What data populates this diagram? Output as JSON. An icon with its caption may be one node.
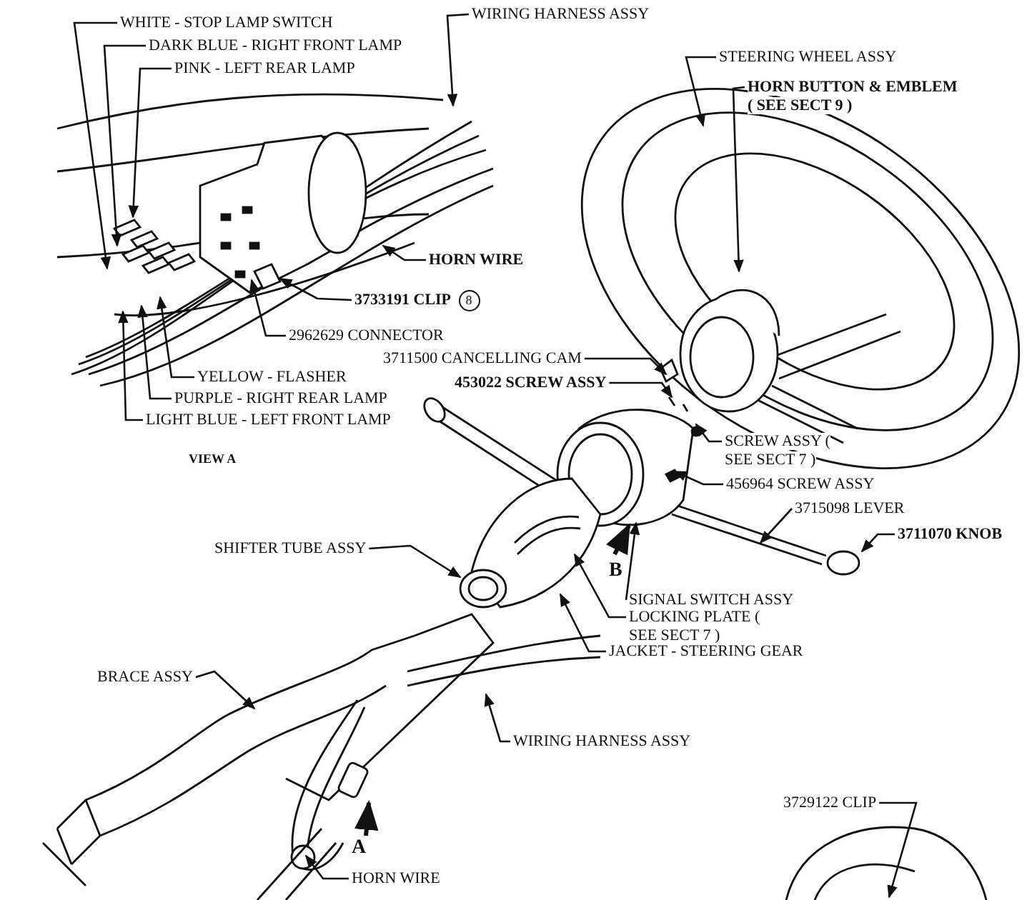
{
  "diagram": {
    "nodes": [
      {
        "text": [
          "WHITE - STOP LAMP SWITCH"
        ]
      },
      {
        "text": [
          "DARK BLUE - RIGHT FRONT LAMP"
        ]
      },
      {
        "text": [
          "PINK - LEFT REAR LAMP"
        ]
      },
      {
        "text": [
          "WIRING HARNESS ASSY"
        ]
      },
      {
        "text": [
          "STEERING WHEEL ASSY"
        ]
      },
      {
        "text": [
          "HORN BUTTON & EMBLEM ( SEE SECT 9 )"
        ]
      },
      {
        "text": [
          "HORN WIRE"
        ]
      },
      {
        "text": [
          "3733191 CLIP"
        ],
        "beside": [
          "8"
        ]
      },
      {
        "text": [
          "2962629 CONNECTOR"
        ]
      },
      {
        "text": [
          "3711500 CANCELLING CAM"
        ]
      },
      {
        "text": [
          "453022 SCREW ASSY"
        ]
      },
      {
        "text": [
          "YELLOW - FLASHER"
        ]
      },
      {
        "text": [
          "PURPLE - RIGHT REAR LAMP"
        ]
      },
      {
        "text": [
          "LIGHT BLUE - LEFT FRONT LAMP"
        ]
      },
      {
        "text": [
          "SCREW ASSY ( SEE SECT 7 )"
        ]
      },
      {
        "text": [
          "456964 SCREW ASSY"
        ]
      },
      {
        "text": [
          "3715098 LEVER"
        ]
      },
      {
        "text": [
          "3711070 KNOB"
        ]
      },
      {
        "text": [
          "SHIFTER TUBE ASSY"
        ]
      },
      {
        "text": [
          "SIGNAL SWITCH ASSY"
        ]
      },
      {
        "text": [
          "LOCKING PLATE ( SEE SECT 7 )"
        ]
      },
      {
        "text": [
          "JACKET - STEERING GEAR"
        ]
      },
      {
        "text": [
          "BRACE ASSY"
        ]
      },
      {
        "text": [
          "WIRING HARNESS ASSY"
        ]
      },
      {
        "text": [
          "3729122 CLIP"
        ]
      },
      {
        "text": [
          "HORN WIRE"
        ]
      }
    ],
    "edges": [
      {
        "from": 0,
        "to": null,
        "arrow": "to"
      },
      {
        "from": 1,
        "to": null,
        "arrow": "to"
      },
      {
        "from": 2,
        "to": null,
        "arrow": "to"
      },
      {
        "from": 3,
        "to": null,
        "arrow": "to"
      },
      {
        "from": 4,
        "to": null,
        "arrow": "to"
      },
      {
        "from": 5,
        "to": null,
        "arrow": "to"
      },
      {
        "from": 6,
        "to": null,
        "arrow": "to"
      },
      {
        "from": 7,
        "to": null,
        "arrow": "to"
      },
      {
        "from": 8,
        "to": null,
        "arrow": "to"
      },
      {
        "from": 9,
        "to": null,
        "arrow": "to"
      },
      {
        "from": 10,
        "to": null,
        "arrow": "to"
      },
      {
        "from": 11,
        "to": null,
        "arrow": "to"
      },
      {
        "from": 12,
        "to": null,
        "arrow": "to"
      },
      {
        "from": 13,
        "to": null,
        "arrow": "to"
      },
      {
        "from": 14,
        "to": null,
        "arrow": "to"
      },
      {
        "from": 15,
        "to": null,
        "arrow": "to"
      },
      {
        "from": 16,
        "to": null,
        "arrow": "to"
      },
      {
        "from": 17,
        "to": null,
        "arrow": "to"
      },
      {
        "from": 18,
        "to": null,
        "arrow": "to"
      },
      {
        "from": 19,
        "to": null,
        "arrow": "to"
      },
      {
        "from": 20,
        "to": null,
        "arrow": "to"
      },
      {
        "from": 21,
        "to": null,
        "arrow": "to"
      },
      {
        "from": 22,
        "to": null,
        "arrow": "to"
      },
      {
        "from": 23,
        "to": null,
        "arrow": "to"
      },
      {
        "from": 24,
        "to": null,
        "arrow": "to"
      },
      {
        "from": 25,
        "to": null,
        "arrow": "to"
      }
    ],
    "labels": [
      "VIEW A",
      "B",
      "A"
    ]
  }
}
